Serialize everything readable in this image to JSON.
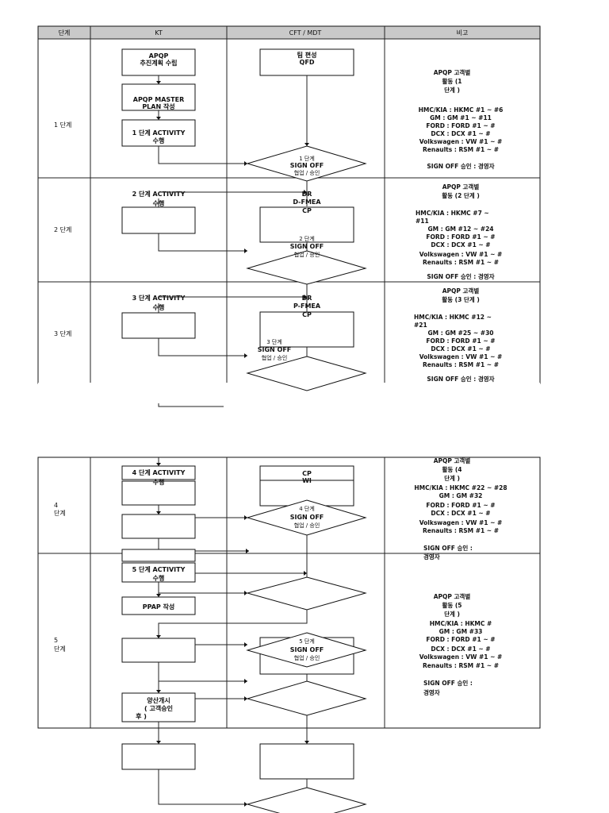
{
  "header": {
    "stage": "단계",
    "kt": "KT",
    "cft": "CFT / MDT",
    "remarks": "비고"
  },
  "stages": {
    "s1": "1 단계",
    "s2": "2 단계",
    "s3": "3 단계",
    "s4": [
      "4",
      "단계"
    ],
    "s5": [
      "5",
      "단계"
    ]
  },
  "kt_boxes": {
    "apqp_plan": [
      "APQP",
      "추진계획 수립"
    ],
    "apqp_master": [
      "APQP MASTER",
      "PLAN 작성"
    ],
    "stage1_activity": [
      "1 단계  ACTIVITY",
      "수행"
    ],
    "stage2_activity": [
      "2 단계  ACTIVITY",
      "수행"
    ],
    "stage3_activity": [
      "3 단계  ACTIVITY",
      "수행"
    ],
    "stage4_activity": [
      "4 단계  ACTIVITY",
      "수행"
    ],
    "stage5_activity": [
      "5 단계  ACTIVITY",
      "수행"
    ],
    "ppap": "PPAP  작성",
    "mass_production": [
      "양산개시",
      "( 고객승인",
      "후 )"
    ]
  },
  "cft_boxes": {
    "team": [
      "팀 편성",
      "QFD"
    ],
    "dfmea": [
      "DR",
      "D-FMEA",
      "CP"
    ],
    "pfmea": [
      "DR",
      "P-FMEA",
      "CP"
    ],
    "cpwi": [
      "CP",
      "WI"
    ]
  },
  "signoffs": {
    "so1": [
      "1 단계",
      "SIGN OFF",
      "협업 / 승인"
    ],
    "so2": [
      "2 단계",
      "SIGN OFF",
      "협업 / 승인"
    ],
    "so3": [
      "3 단계",
      "SIGN OFF",
      "협업 / 승인"
    ],
    "so4": [
      "4 단계",
      "SIGN OFF",
      "협업 / 승인"
    ],
    "so5": [
      "5 단계",
      "SIGN OFF",
      "협업 / 승인"
    ]
  },
  "remarks": {
    "r1": {
      "title": [
        "APQP  고객별",
        "활동  (1",
        "단계 )"
      ],
      "lines": [
        "HMC/KIA : HKMC #1 ~ #6",
        "GM : GM #1 ~ #11",
        "FORD : FORD #1 ~ #",
        "DCX : DCX #1 ~ #",
        "Volkswagen : VW #1 ~ #",
        "Renaults : RSM #1 ~ #"
      ],
      "signoff": "SIGN OFF  승인  : 경영자"
    },
    "r2": {
      "title": [
        "APQP  고객별",
        "활동  (2 단계 )"
      ],
      "hmc": [
        "HMC/KIA : HKMC #7 ~",
        "#11"
      ],
      "lines": [
        "GM : GM #12 ~ #24",
        "FORD : FORD #1 ~ #",
        "DCX : DCX #1 ~ #",
        "Volkswagen : VW #1 ~ #",
        "Renaults : RSM #1 ~ #"
      ],
      "signoff": "SIGN OFF  승인  : 경영자"
    },
    "r3": {
      "title": [
        "APQP  고객별",
        "활동  (3 단계 )"
      ],
      "hmc": [
        "HMC/KIA : HKMC #12 ~",
        "#21"
      ],
      "lines": [
        "GM : GM #25 ~ #30",
        "FORD : FORD #1 ~ #",
        "DCX : DCX #1 ~ #",
        "Volkswagen : VW #1 ~ #",
        "Renaults : RSM #1 ~ #"
      ],
      "signoff": "SIGN OFF  승인  : 경영자"
    },
    "r4": {
      "title": [
        "APQP  고객별",
        "활동  (4",
        "단계 )"
      ],
      "lines": [
        "HMC/KIA : HKMC #22 ~ #28",
        "GM : GM #32",
        "FORD : FORD #1 ~ #",
        "DCX : DCX #1 ~ #",
        "Volkswagen : VW #1 ~ #",
        "Renaults : RSM #1 ~ #"
      ],
      "signoff": [
        "SIGN OFF  승인  :",
        "경영자"
      ]
    },
    "r5": {
      "title": [
        "APQP  고객별",
        "활동  (5",
        "단계 )"
      ],
      "lines": [
        "HMC/KIA : HKMC #",
        "GM : GM #33",
        "FORD : FORD #1 ~ #",
        "DCX : DCX #1 ~ #",
        "Volkswagen : VW #1 ~ #",
        "Renaults : RSM #1 ~ #"
      ],
      "signoff": [
        "SIGN OFF  승인  :",
        "경영자"
      ]
    }
  }
}
